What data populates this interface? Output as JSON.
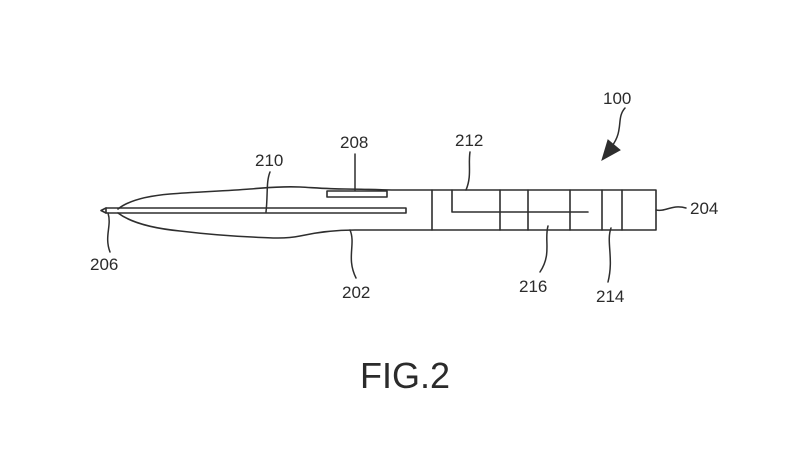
{
  "figure": {
    "caption": "FIG.2",
    "assembly_ref": "100",
    "refs": {
      "r202": "202",
      "r204": "204",
      "r206": "206",
      "r208": "208",
      "r210": "210",
      "r212": "212",
      "r214": "214",
      "r216": "216"
    }
  }
}
